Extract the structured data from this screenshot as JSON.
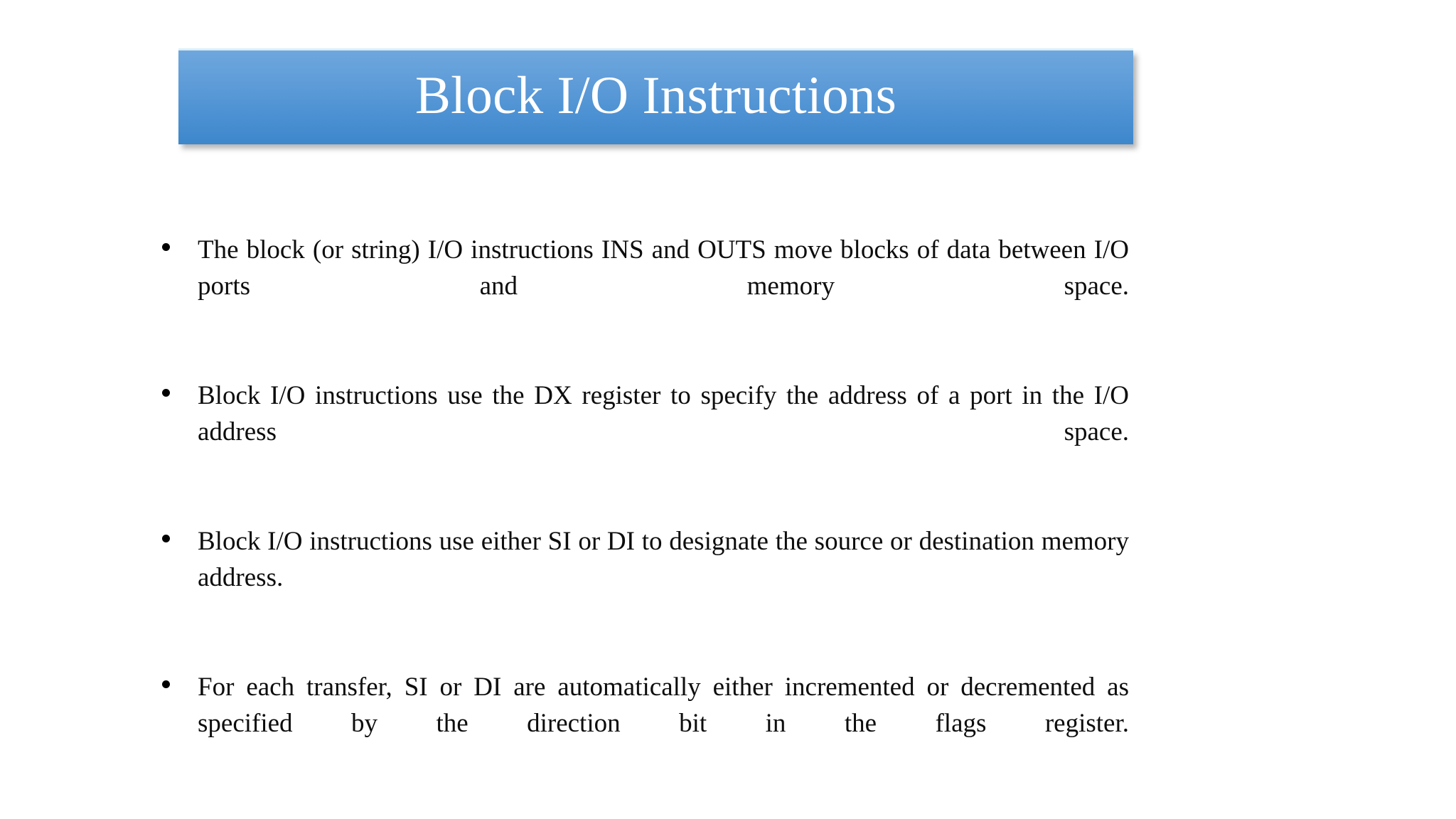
{
  "slide": {
    "title": "Block I/O Instructions",
    "background_color": "#ffffff",
    "banner": {
      "gradient_top_color": "#6ea7dd",
      "gradient_bottom_color": "#3d87cb",
      "text_color": "#ffffff"
    },
    "body": {
      "text_color": "#0d0d0d",
      "bullet_glyph": "bullet-dot",
      "bullets": [
        "The block (or string) I/O instructions INS and OUTS move blocks of data between I/O ports and memory space.",
        "Block I/O instructions use the DX register to specify the address of a port in the I/O address space.",
        "Block I/O instructions use either SI or DI to designate the source or destination memory address.",
        "For each transfer, SI or DI are automatically either incremented or decremented as specified by the direction bit in the flags register."
      ]
    }
  }
}
